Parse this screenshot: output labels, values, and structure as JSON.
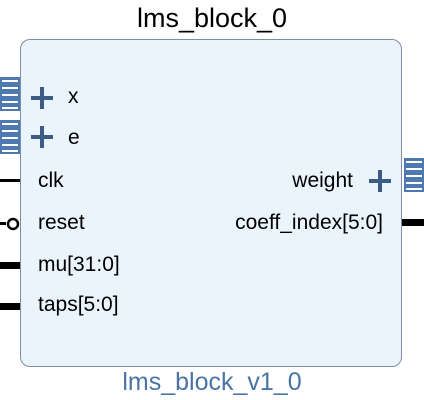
{
  "block": {
    "instance_name": "lms_block_0",
    "module_name": "lms_block_v1_0",
    "colors": {
      "fill": "#eaf4fc",
      "border": "#7f8fa3",
      "accent": "#3d5c85",
      "module_name": "#4a74a5",
      "wire": "#000000"
    }
  },
  "ports": {
    "left": [
      {
        "name": "x",
        "type": "interface",
        "icon": "plus-icon"
      },
      {
        "name": "e",
        "type": "interface",
        "icon": "plus-icon"
      },
      {
        "name": "clk",
        "type": "single-bit"
      },
      {
        "name": "reset",
        "type": "single-bit-inverted"
      },
      {
        "name": "mu[31:0]",
        "type": "bus"
      },
      {
        "name": "taps[5:0]",
        "type": "bus"
      }
    ],
    "right": [
      {
        "name": "weight",
        "type": "interface",
        "icon": "plus-icon"
      },
      {
        "name": "coeff_index[5:0]",
        "type": "bus"
      }
    ]
  }
}
